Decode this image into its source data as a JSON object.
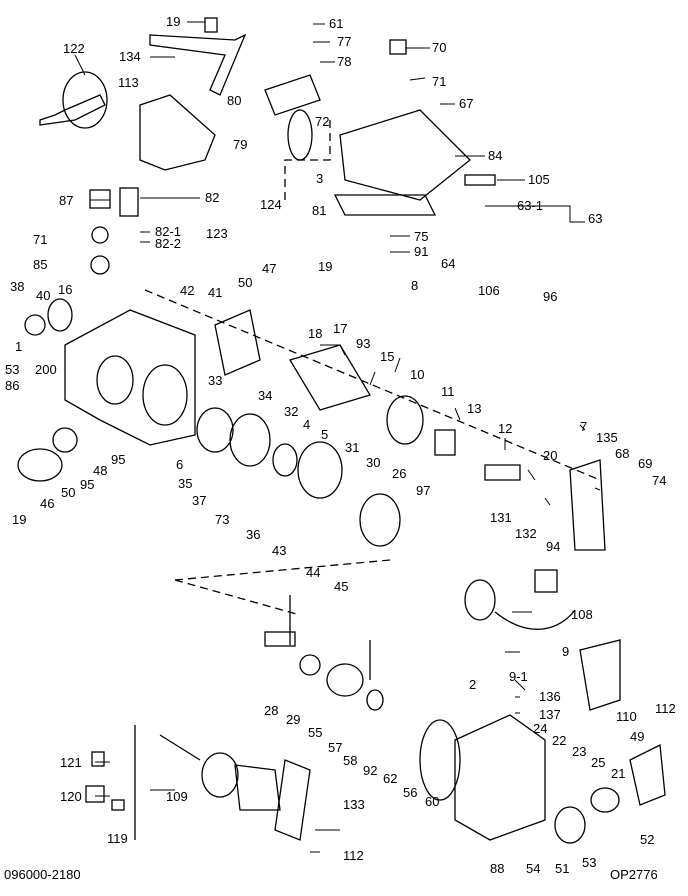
{
  "diagram": {
    "footer_left": "096000-2180",
    "footer_right": "OP2776",
    "callouts": [
      "19",
      "61",
      "77",
      "78",
      "134",
      "122",
      "113",
      "80",
      "72",
      "79",
      "70",
      "71",
      "67",
      "84",
      "105",
      "3",
      "81",
      "63-1",
      "63",
      "87",
      "82",
      "82-1",
      "82-2",
      "71",
      "85",
      "124",
      "123",
      "47",
      "19",
      "75",
      "91",
      "64",
      "106",
      "96",
      "8",
      "38",
      "40",
      "16",
      "42",
      "41",
      "50",
      "18",
      "17",
      "93",
      "15",
      "10",
      "11",
      "13",
      "12",
      "1",
      "53",
      "200",
      "86",
      "33",
      "34",
      "32",
      "4",
      "5",
      "31",
      "30",
      "26",
      "97",
      "7",
      "135",
      "68",
      "69",
      "74",
      "20",
      "131",
      "132",
      "94",
      "6",
      "35",
      "37",
      "73",
      "36",
      "43",
      "44",
      "45",
      "95",
      "48",
      "95",
      "50",
      "46",
      "19",
      "108",
      "9",
      "9-1",
      "110",
      "112",
      "2",
      "136",
      "137",
      "24",
      "22",
      "23",
      "25",
      "21",
      "49",
      "28",
      "29",
      "55",
      "57",
      "58",
      "92",
      "62",
      "56",
      "60",
      "54",
      "51",
      "53",
      "52",
      "88",
      "121",
      "120",
      "119",
      "109",
      "133",
      "112"
    ]
  }
}
